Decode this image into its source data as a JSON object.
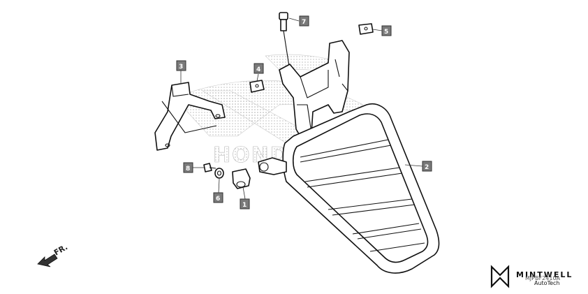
{
  "callouts": [
    {
      "id": "1",
      "text": "1"
    },
    {
      "id": "2",
      "text": "2"
    },
    {
      "id": "3",
      "text": "3"
    },
    {
      "id": "4",
      "text": "4"
    },
    {
      "id": "5",
      "text": "5"
    },
    {
      "id": "6",
      "text": "6"
    },
    {
      "id": "7",
      "text": "7"
    },
    {
      "id": "8",
      "text": "8"
    }
  ],
  "watermark_text": "HONDA",
  "front_marker": "FR.",
  "diagram_code": "MJPBF2410A",
  "logo": {
    "brand": "MINTWELL",
    "tagline": "AutoTech"
  },
  "colors": {
    "label_fill": "#7a7a7a",
    "ink": "#111111"
  }
}
